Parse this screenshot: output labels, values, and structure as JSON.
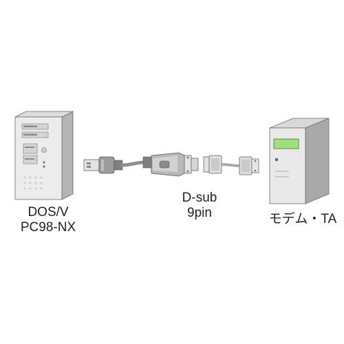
{
  "labels": {
    "pc_line1": "DOS/V",
    "pc_line2": "PC98-NX",
    "connector_line1": "D-sub",
    "connector_line2": "9pin",
    "device": "モデム・TA"
  },
  "colors": {
    "body_light": "#e9e9e9",
    "body_mid": "#cfcfcf",
    "body_dark": "#9a9a9a",
    "outline": "#555555",
    "screen": "#9ee07a",
    "text": "#222222"
  },
  "icons": {
    "pc": "desktop-tower-icon",
    "adapter": "usb-serial-adapter-icon",
    "cable": "serial-cable-icon",
    "device": "modem-tower-icon"
  }
}
